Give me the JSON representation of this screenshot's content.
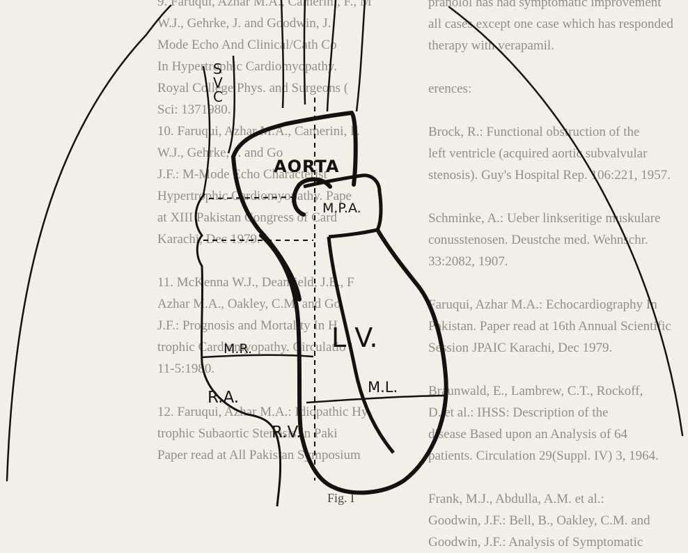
{
  "background_text": {
    "left_column": [
      "9.   Faruqui, Azhar M.A., Camerini, F., M",
      "W.J., Gehrke, J. and Goodwin, J.",
      "Mode Echo And Clinical/Cath Co",
      "In Hypertrophic Cardiomyopathy.",
      "Royal College Phys. and Surgeons (",
      "Sci: 1371980.",
      "10.  Faruqui, Azhar M.A., Camerini, F.",
      "W.J., Gehrke, J. and Go",
      "J.F.: M-Mode Echo Characterist",
      "Hypertrophic Cardiomyopathy. Pape",
      "at XIII Pakistan Congress of Card",
      "Karachi, Dec 1979.",
      "",
      "11.  McKenna W.J., Deanfield, J.E., F",
      "Azhar M.A., Oakley, C.M. and Go",
      "J.F.: Prognosis and Mortality In H",
      "trophic Cardiomyopathy. Circulatio",
      "11-5:1980.",
      "",
      "12.  Faruqui, Azhar M.A.: Idiopathic Hy",
      "trophic Subaortic Stenosis In Paki",
      "Paper read at All Pakistan Symposium"
    ],
    "right_column": [
      "pranolol has had symptomatic improvement",
      "all cases except one case which has responded",
      "therapy with verapamil.",
      "",
      "erences:",
      "",
      "Brock, R.: Functional obstruction of the",
      "left ventricle (acquired aortic subvalvular",
      "stenosis). Guy's Hospital Rep. 106:221, 1957.",
      "",
      "Schminke, A.: Ueber linkseritige muskulare",
      "conusstenosen. Deustche med. Wehnschr.",
      "33:2082, 1907.",
      "",
      "Faruqui, Azhar M.A.: Echocardiography In",
      "Pakistan. Paper read at 16th Annual Scientific",
      "Session JPAIC Karachi, Dec 1979.",
      "",
      "Braunwald, E., Lambrew, C.T., Rockoff,",
      "D. et al.: IHSS: Description of the",
      "disease Based upon an Analysis of 64",
      "patients. Circulation 29(Suppl. IV) 3, 1964.",
      "",
      "Frank, M.J., Abdulla, A.M. et al.:",
      "Goodwin, J.F.: Bell, B., Oakley, C.M. and",
      "Goodwin, J.F.: Analysis of Symptomatic"
    ]
  },
  "diagram": {
    "labels": {
      "svc": [
        "S",
        "V",
        "C"
      ],
      "aorta": "AORTA",
      "mpa": "M.P.A.",
      "lv": "L.V.",
      "mr": "M.R.",
      "ra": "R.A.",
      "ml": "M.L.",
      "rv": "R.V."
    },
    "stroke_color": "#141210"
  },
  "caption": "Fig. I"
}
